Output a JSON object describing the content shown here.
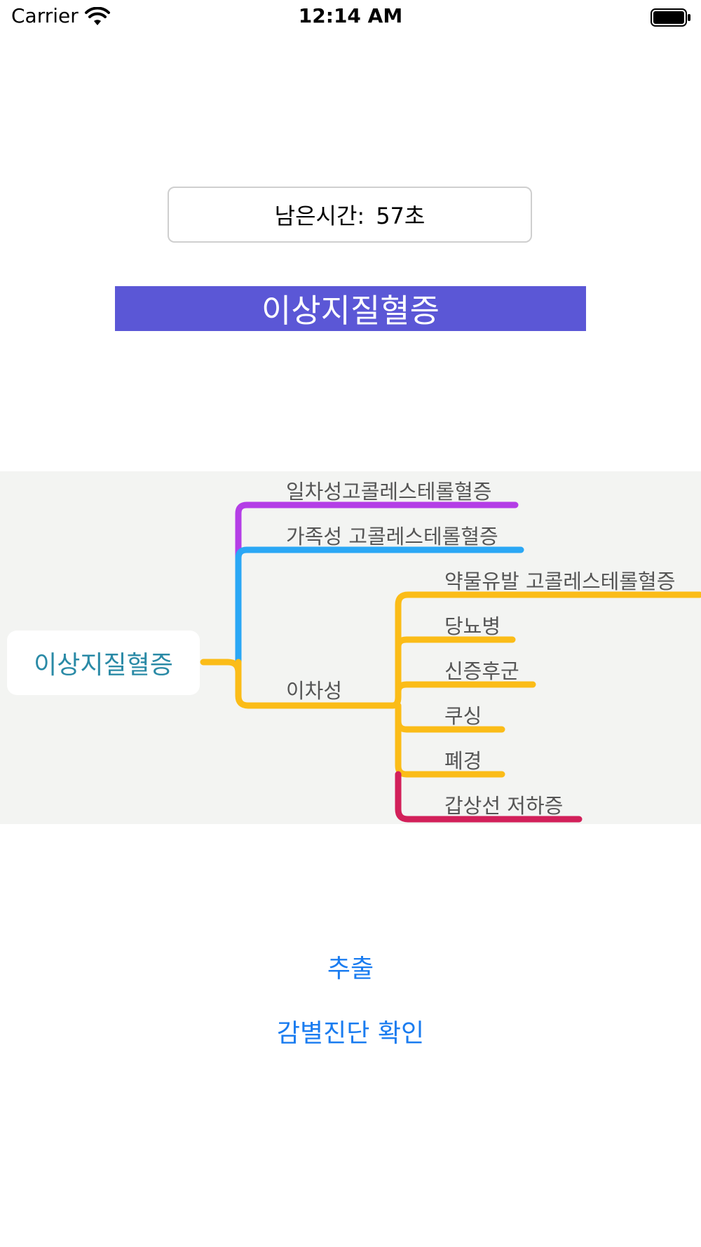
{
  "status_bar": {
    "carrier": "Carrier",
    "time": "12:14 AM"
  },
  "timer": {
    "label": "남은시간:",
    "value": "57초"
  },
  "title": "이상지질혈증",
  "mindmap": {
    "root": "이상지질혈증",
    "branches": [
      {
        "label": "일차성고콜레스테롤혈증",
        "color": "#b43ee6"
      },
      {
        "label": "가족성 고콜레스테롤혈증",
        "color": "#2aa7f5"
      },
      {
        "label": "이차성",
        "color": "#fbbc18",
        "children": [
          {
            "label": "약물유발 고콜레스테롤혈증",
            "color": "#fbbc18"
          },
          {
            "label": "당뇨병",
            "color": "#fbbc18"
          },
          {
            "label": "신증후군",
            "color": "#fbbc18"
          },
          {
            "label": "쿠싱",
            "color": "#fbbc18"
          },
          {
            "label": "폐경",
            "color": "#fbbc18"
          },
          {
            "label": "갑상선 저하증",
            "color": "#d2205a"
          }
        ]
      }
    ]
  },
  "buttons": {
    "extract": "추출",
    "differential": "감별진단 확인"
  },
  "colors": {
    "accent": "#5b57d6",
    "link": "#1a7cf0"
  }
}
